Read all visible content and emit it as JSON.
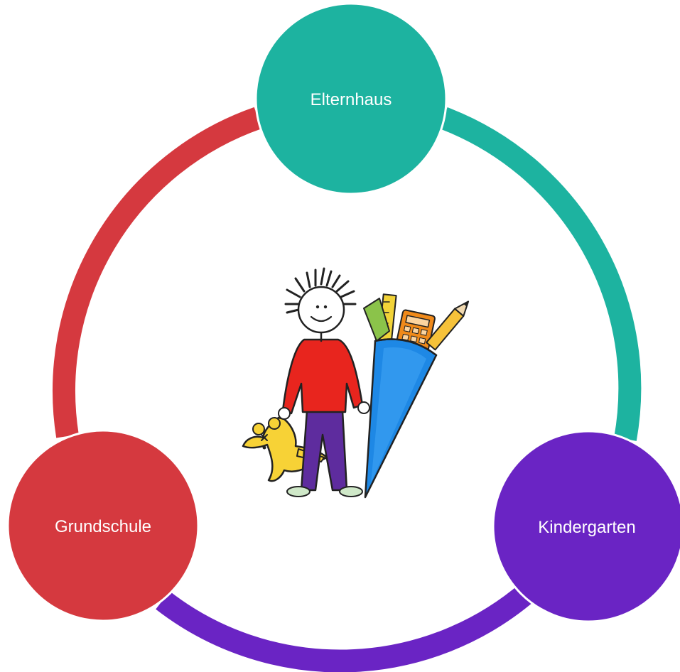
{
  "diagram": {
    "nodes": [
      {
        "id": "elternhaus",
        "label": "Elternhaus",
        "color": "#1DB3A0"
      },
      {
        "id": "kindergarten",
        "label": "Kindergarten",
        "color": "#6A24C4"
      },
      {
        "id": "grundschule",
        "label": "Grundschule",
        "color": "#D5393F"
      }
    ],
    "arcs": [
      {
        "from": "elternhaus",
        "to": "kindergarten",
        "color": "#1DB3A0"
      },
      {
        "from": "kindergarten",
        "to": "grundschule",
        "color": "#6A24C4"
      },
      {
        "from": "grundschule",
        "to": "elternhaus",
        "color": "#D5393F"
      }
    ],
    "center_illustration": "child-with-school-cone-and-teddy-bear"
  }
}
